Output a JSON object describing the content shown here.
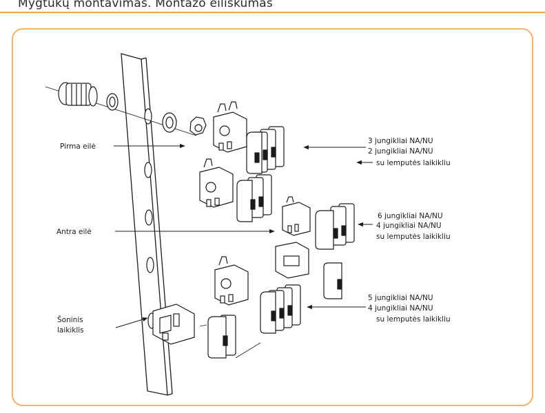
{
  "title": "Mygtukų montavimas. Montažo eiliškumas",
  "colors": {
    "rule": "#f0a63a",
    "frame": "#f3b466",
    "ink": "#1a1a1a"
  },
  "left_labels": {
    "first_row": "Pirma eilė",
    "second_row": "Antra eilė",
    "side_holder_line1": "Šoninis",
    "side_holder_line2": "laikiklis"
  },
  "groups": {
    "group1": [
      "3 jungikliai NA/NU",
      "2 jungikliai NA/NU",
      "su lemputės laikikliu"
    ],
    "group2": [
      "6 jungikliai NA/NU",
      "4 jungikliai NA/NU",
      "su lemputės laikikliu"
    ],
    "group3": [
      "5 jungikliai NA/NU",
      "4 jungikliai NA/NU",
      "su lemputės laikikliu"
    ]
  }
}
